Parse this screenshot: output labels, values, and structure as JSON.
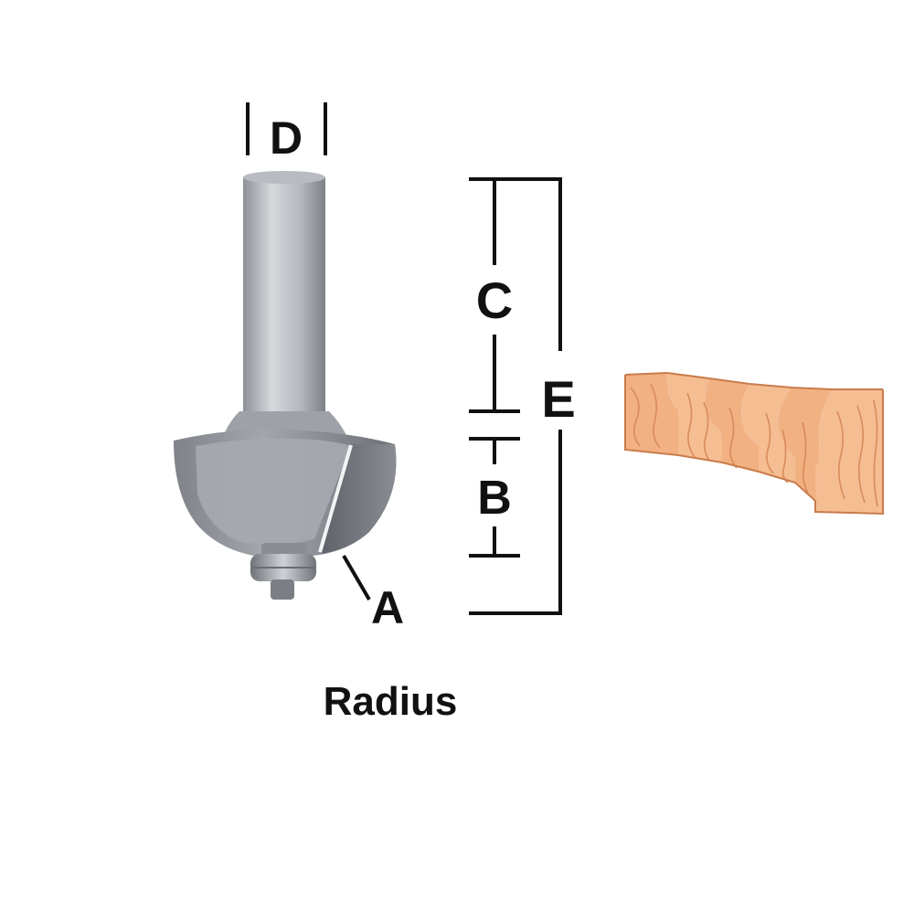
{
  "labels": {
    "D": "D",
    "C": "C",
    "B": "B",
    "E": "E",
    "A": "A",
    "caption": "Radius"
  },
  "colors": {
    "background": "#ffffff",
    "line": "#111111",
    "steel_light": "#c4c7cc",
    "steel_mid": "#9a9ea5",
    "steel_dark": "#6e7278",
    "wood": "#f2b183",
    "wood_grain": "#d88b5a"
  },
  "icons": {
    "bit": "router-bit-icon",
    "profile": "wood-profile-icon"
  }
}
